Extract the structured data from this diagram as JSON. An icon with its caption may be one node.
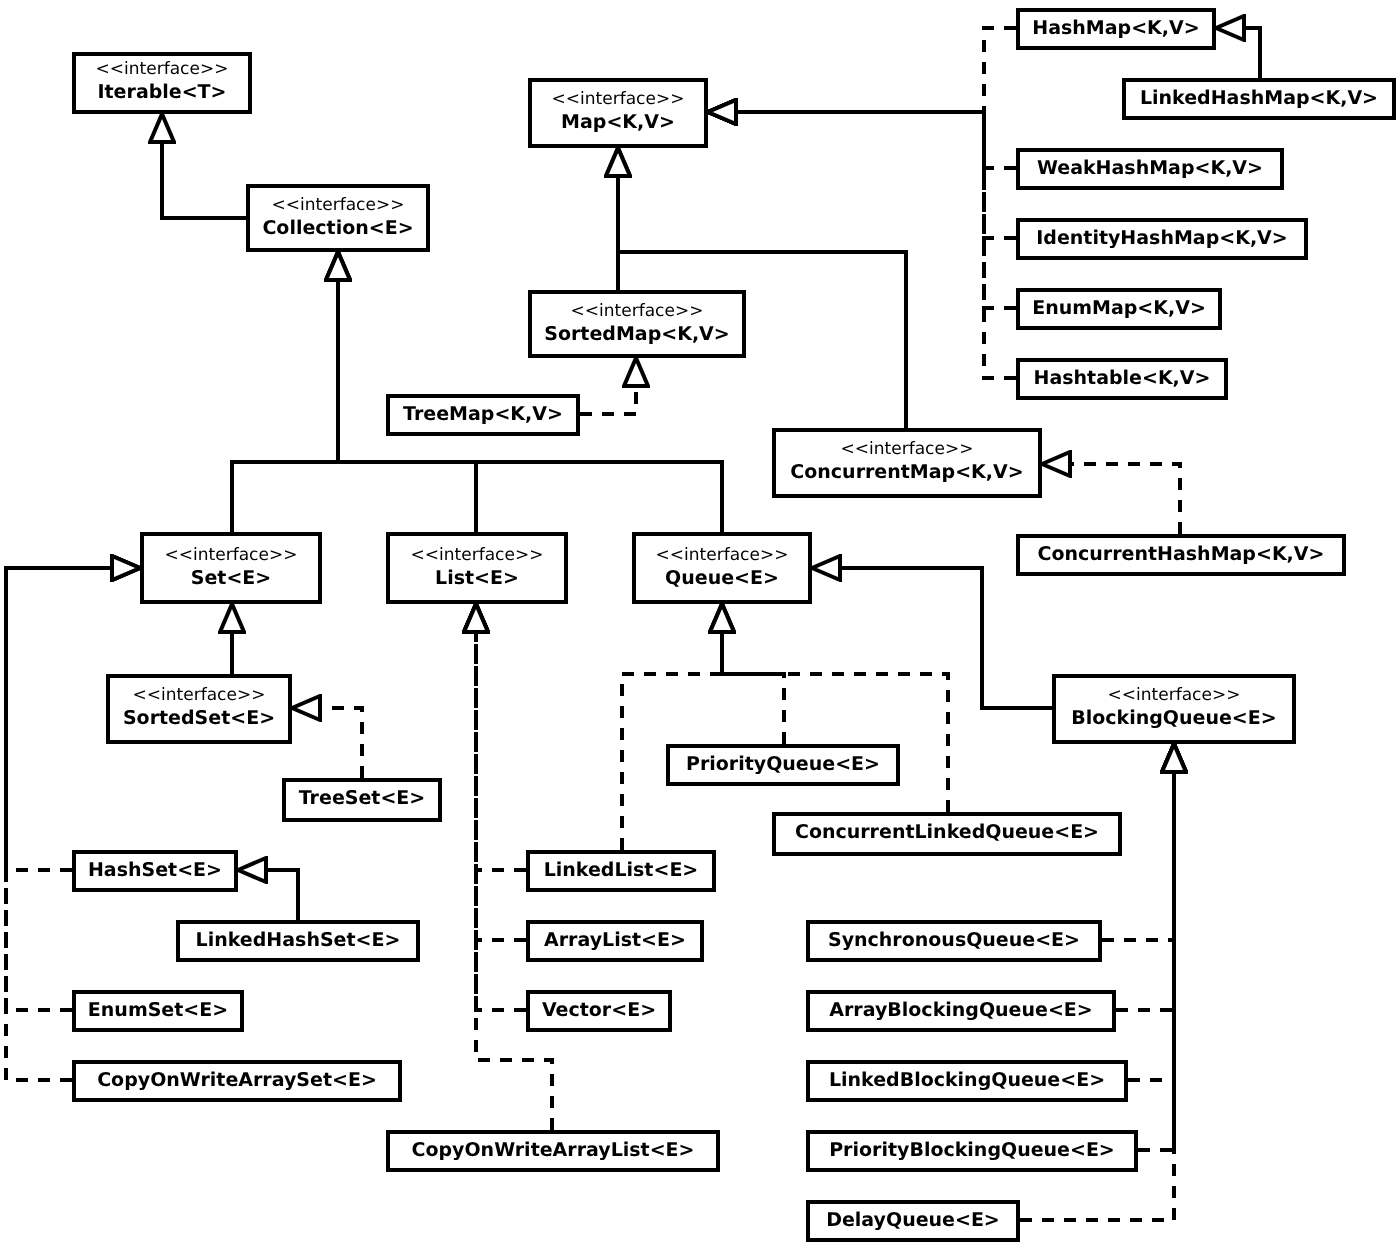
{
  "diagram": {
    "nodes": [
      {
        "text": [
          "<<interface>>",
          "Iterable<T>"
        ]
      },
      {
        "text": [
          "<<interface>>",
          "Collection<E>"
        ]
      },
      {
        "text": [
          "<<interface>>",
          "Map<K,V>"
        ]
      },
      {
        "text": [
          "<<interface>>",
          "SortedMap<K,V>"
        ]
      },
      {
        "text": [
          "TreeMap<K,V>"
        ]
      },
      {
        "text": [
          "HashMap<K,V>"
        ]
      },
      {
        "text": [
          "LinkedHashMap<K,V>"
        ]
      },
      {
        "text": [
          "WeakHashMap<K,V>"
        ]
      },
      {
        "text": [
          "IdentityHashMap<K,V>"
        ]
      },
      {
        "text": [
          "EnumMap<K,V>"
        ]
      },
      {
        "text": [
          "Hashtable<K,V>"
        ]
      },
      {
        "text": [
          "<<interface>>",
          "ConcurrentMap<K,V>"
        ]
      },
      {
        "text": [
          "ConcurrentHashMap<K,V>"
        ]
      },
      {
        "text": [
          "<<interface>>",
          "Set<E>"
        ]
      },
      {
        "text": [
          "<<interface>>",
          "List<E>"
        ]
      },
      {
        "text": [
          "<<interface>>",
          "Queue<E>"
        ]
      },
      {
        "text": [
          "<<interface>>",
          "SortedSet<E>"
        ]
      },
      {
        "text": [
          "TreeSet<E>"
        ]
      },
      {
        "text": [
          "PriorityQueue<E>"
        ]
      },
      {
        "text": [
          "ConcurrentLinkedQueue<E>"
        ]
      },
      {
        "text": [
          "<<interface>>",
          "BlockingQueue<E>"
        ]
      },
      {
        "text": [
          "HashSet<E>"
        ]
      },
      {
        "text": [
          "LinkedHashSet<E>"
        ]
      },
      {
        "text": [
          "LinkedList<E>"
        ]
      },
      {
        "text": [
          "ArrayList<E>"
        ]
      },
      {
        "text": [
          "Vector<E>"
        ]
      },
      {
        "text": [
          "EnumSet<E>"
        ]
      },
      {
        "text": [
          "CopyOnWriteArraySet<E>"
        ]
      },
      {
        "text": [
          "CopyOnWriteArrayList<E>"
        ]
      },
      {
        "text": [
          "SynchronousQueue<E>"
        ]
      },
      {
        "text": [
          "ArrayBlockingQueue<E>"
        ]
      },
      {
        "text": [
          "LinkedBlockingQueue<E>"
        ]
      },
      {
        "text": [
          "PriorityBlockingQueue<E>"
        ]
      },
      {
        "text": [
          "DelayQueue<E>"
        ]
      }
    ],
    "edges": [
      {
        "from": 1,
        "to": 0,
        "arrow": "to"
      },
      {
        "from": 13,
        "to": 1,
        "arrow": "to"
      },
      {
        "from": 14,
        "to": 1,
        "arrow": "to"
      },
      {
        "from": 15,
        "to": 1,
        "arrow": "to"
      },
      {
        "from": 3,
        "to": 2,
        "arrow": "to"
      },
      {
        "from": 11,
        "to": 2,
        "arrow": "to"
      },
      {
        "from": 4,
        "to": 3,
        "arrow": "to",
        "style": "dashed"
      },
      {
        "from": 5,
        "to": 2,
        "arrow": "to",
        "style": "dashed"
      },
      {
        "from": 6,
        "to": 5,
        "arrow": "to"
      },
      {
        "from": 7,
        "to": 2,
        "arrow": "to",
        "style": "dashed"
      },
      {
        "from": 8,
        "to": 2,
        "arrow": "to",
        "style": "dashed"
      },
      {
        "from": 9,
        "to": 2,
        "arrow": "to",
        "style": "dashed"
      },
      {
        "from": 10,
        "to": 2,
        "arrow": "to",
        "style": "dashed"
      },
      {
        "from": 12,
        "to": 11,
        "arrow": "to",
        "style": "dashed"
      },
      {
        "from": 16,
        "to": 13,
        "arrow": "to"
      },
      {
        "from": 17,
        "to": 16,
        "arrow": "to",
        "style": "dashed"
      },
      {
        "from": 21,
        "to": 13,
        "arrow": "to",
        "style": "dashed"
      },
      {
        "from": 26,
        "to": 13,
        "arrow": "to",
        "style": "dashed"
      },
      {
        "from": 27,
        "to": 13,
        "arrow": "to",
        "style": "dashed"
      },
      {
        "from": 22,
        "to": 21,
        "arrow": "to"
      },
      {
        "from": 23,
        "to": 14,
        "arrow": "to",
        "style": "dashed"
      },
      {
        "from": 24,
        "to": 14,
        "arrow": "to",
        "style": "dashed"
      },
      {
        "from": 25,
        "to": 14,
        "arrow": "to",
        "style": "dashed"
      },
      {
        "from": 28,
        "to": 14,
        "arrow": "to",
        "style": "dashed"
      },
      {
        "from": 18,
        "to": 15,
        "arrow": "to",
        "style": "dashed"
      },
      {
        "from": 19,
        "to": 15,
        "arrow": "to",
        "style": "dashed"
      },
      {
        "from": 23,
        "to": 15,
        "arrow": "to",
        "style": "dashed"
      },
      {
        "from": 20,
        "to": 15,
        "arrow": "to"
      },
      {
        "from": 29,
        "to": 20,
        "arrow": "to",
        "style": "dashed"
      },
      {
        "from": 30,
        "to": 20,
        "arrow": "to",
        "style": "dashed"
      },
      {
        "from": 31,
        "to": 20,
        "arrow": "to",
        "style": "dashed"
      },
      {
        "from": 32,
        "to": 20,
        "arrow": "to",
        "style": "dashed"
      },
      {
        "from": 33,
        "to": 20,
        "arrow": "to",
        "style": "dashed"
      }
    ]
  }
}
